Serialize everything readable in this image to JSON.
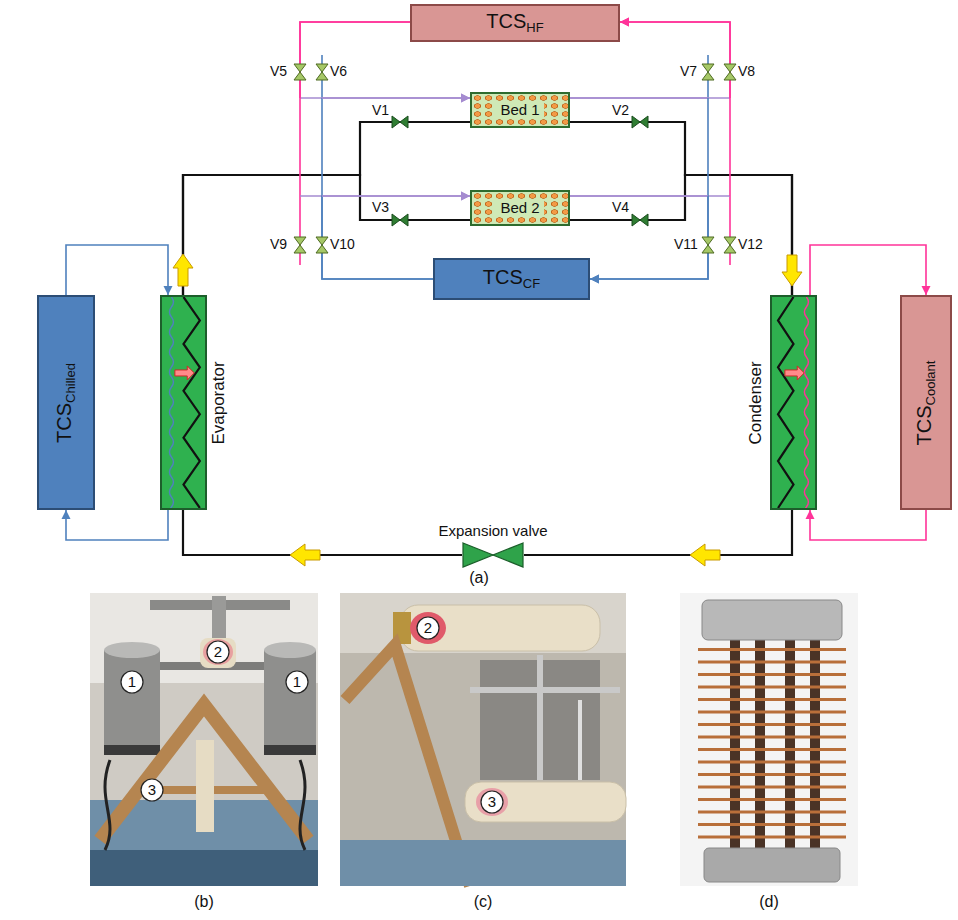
{
  "diagram": {
    "nodes": [
      {
        "text": [
          "TCS",
          "HF"
        ]
      },
      {
        "text": [
          "Bed 1"
        ]
      },
      {
        "text": [
          "Bed 2"
        ]
      },
      {
        "text": [
          "TCS",
          "CF"
        ]
      },
      {
        "text": [
          "TCS",
          "Chilled"
        ]
      },
      {
        "text": [
          "Evaporator"
        ]
      },
      {
        "text": [
          "Condenser"
        ]
      },
      {
        "text": [
          "TCS",
          "Coolant"
        ]
      },
      {
        "text": [
          "Expansion valve"
        ]
      }
    ],
    "edges": [
      {
        "from": 5,
        "to": 1,
        "arrow": "none"
      },
      {
        "from": 5,
        "to": 2,
        "arrow": "none"
      },
      {
        "from": 1,
        "to": 6,
        "arrow": "none"
      },
      {
        "from": 2,
        "to": 6,
        "arrow": "none"
      },
      {
        "from": 6,
        "to": 8,
        "arrow": "none"
      },
      {
        "from": 8,
        "to": 5,
        "arrow": "none"
      },
      {
        "from": 4,
        "to": 5,
        "arrow": "to"
      },
      {
        "from": 5,
        "to": 4,
        "arrow": "to"
      },
      {
        "from": 6,
        "to": 7,
        "arrow": "to"
      },
      {
        "from": 7,
        "to": 6,
        "arrow": "to"
      },
      {
        "from": 0,
        "to": 1,
        "arrow": "to"
      },
      {
        "from": 0,
        "to": 2,
        "arrow": "to"
      },
      {
        "from": 3,
        "to": 1,
        "arrow": "to"
      },
      {
        "from": 3,
        "to": 2,
        "arrow": "to"
      },
      {
        "from": 1,
        "to": 0,
        "arrow": "to"
      },
      {
        "from": 2,
        "to": 0,
        "arrow": "to"
      },
      {
        "from": 1,
        "to": 3,
        "arrow": "to"
      },
      {
        "from": 2,
        "to": 3,
        "arrow": "to"
      }
    ],
    "labels": [
      "V1",
      "V2",
      "V3",
      "V4",
      "V5",
      "V6",
      "V7",
      "V8",
      "V9",
      "V10",
      "V11",
      "V12",
      "(a)",
      "1",
      "2",
      "1",
      "3",
      "(b)",
      "2",
      "3",
      "(c)",
      "(d)"
    ]
  }
}
